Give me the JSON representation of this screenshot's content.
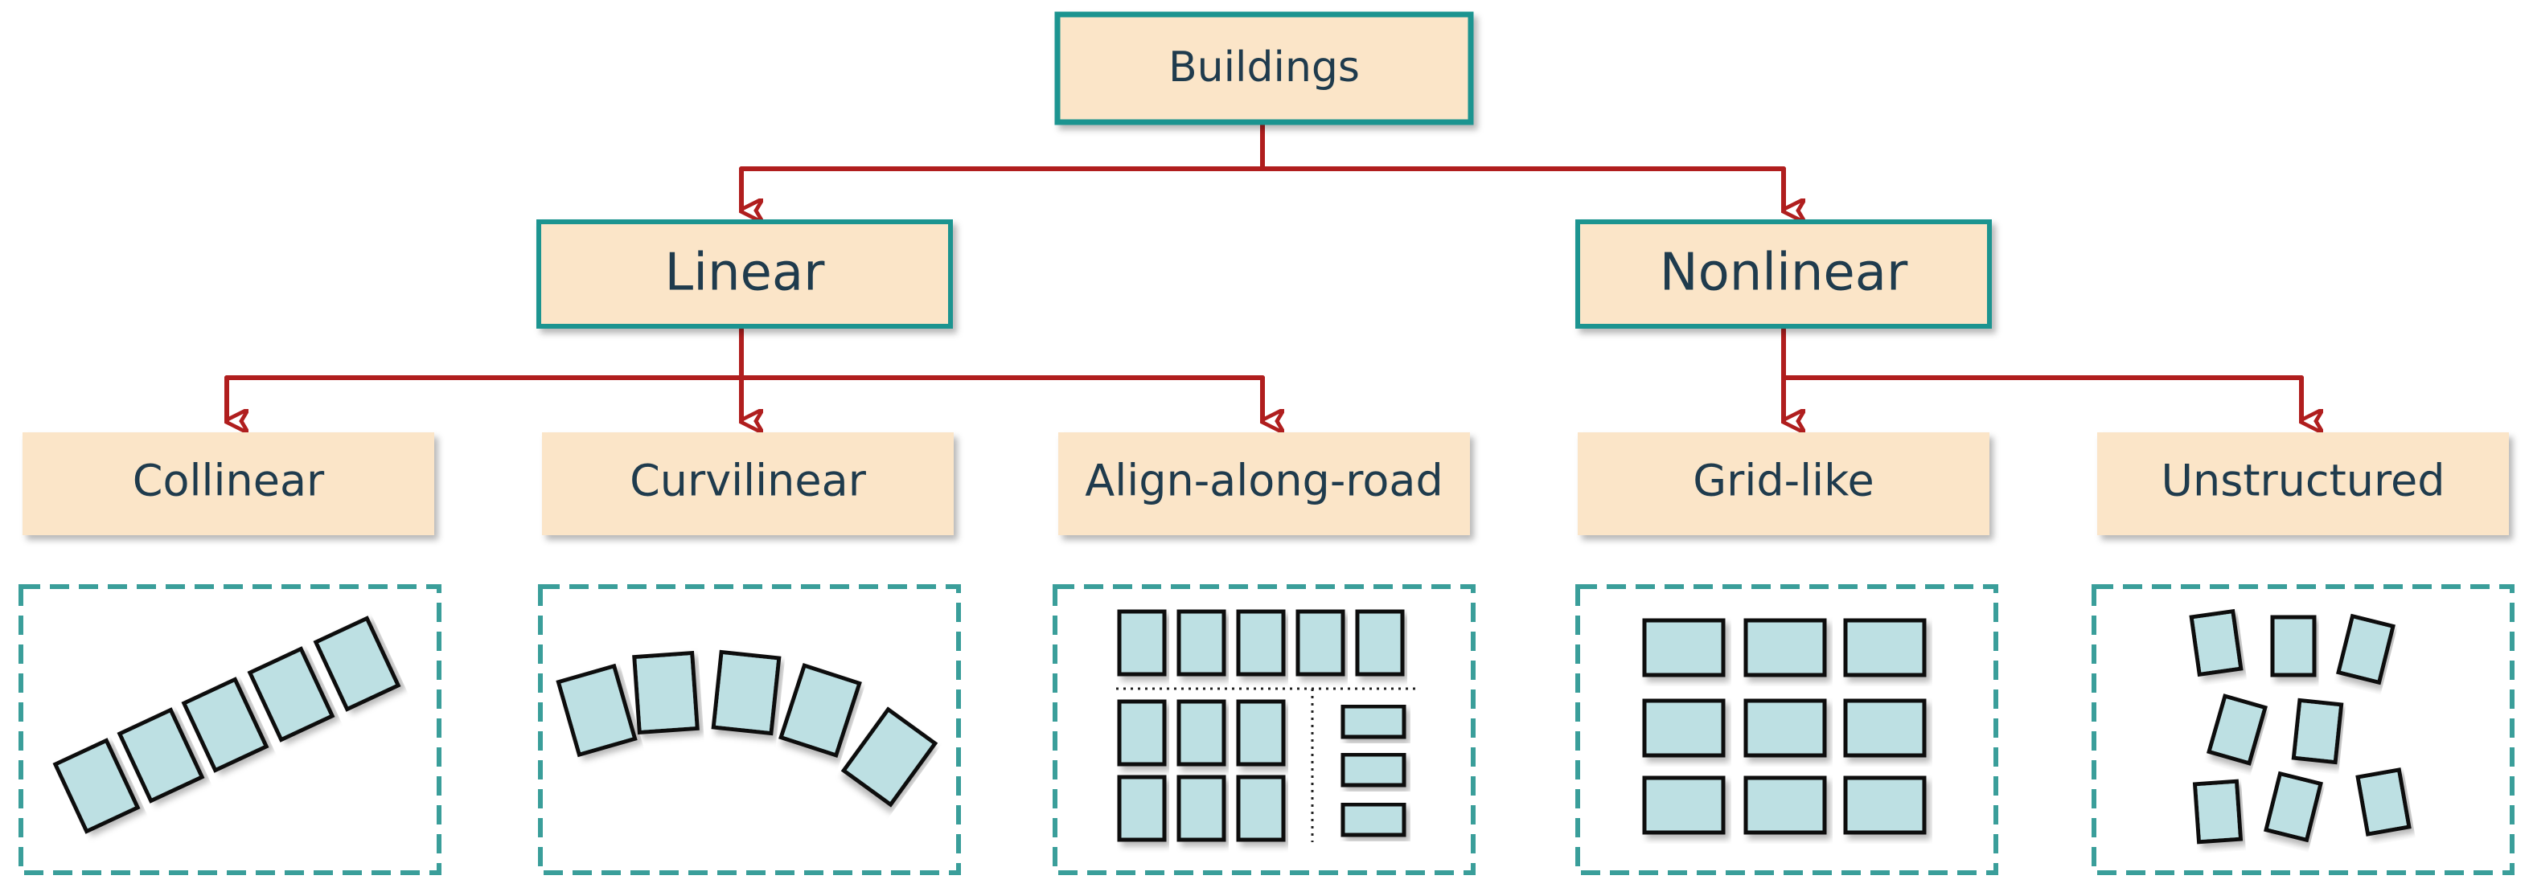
{
  "colors": {
    "box_fill": "#fbe5c8",
    "box_border": "#1f9490",
    "connector": "#b01e1e",
    "text": "#1f3b4d",
    "building_fill": "#bde0e3",
    "building_stroke": "#111111",
    "example_border": "#3a9e9a"
  },
  "nodes": {
    "root": {
      "label": "Buildings"
    },
    "linear": {
      "label": "Linear"
    },
    "nonlinear": {
      "label": "Nonlinear"
    },
    "collinear": {
      "label": "Collinear"
    },
    "curvilinear": {
      "label": "Curvilinear"
    },
    "align_along_road": {
      "label": "Align-along-road"
    },
    "grid_like": {
      "label": "Grid-like"
    },
    "unstructured": {
      "label": "Unstructured"
    }
  }
}
